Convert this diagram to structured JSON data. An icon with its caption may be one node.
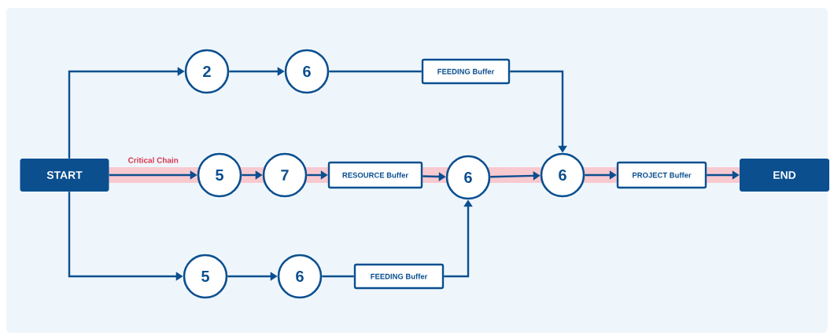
{
  "diagram": {
    "nodes": [
      {
        "text": [
          "START"
        ]
      },
      {
        "text": [
          "2"
        ]
      },
      {
        "text": [
          "6"
        ]
      },
      {
        "text": [
          "FEEDING Buffer"
        ]
      },
      {
        "text": [
          "5"
        ]
      },
      {
        "text": [
          "7"
        ]
      },
      {
        "text": [
          "RESOURCE Buffer"
        ]
      },
      {
        "text": [
          "6"
        ]
      },
      {
        "text": [
          "6"
        ]
      },
      {
        "text": [
          "PROJECT Buffer"
        ]
      },
      {
        "text": [
          "END"
        ]
      },
      {
        "text": [
          "5"
        ]
      },
      {
        "text": [
          "6"
        ]
      },
      {
        "text": [
          "FEEDING Buffer"
        ]
      }
    ],
    "edges": [
      {
        "from": 0,
        "to": 1,
        "arrow": "to"
      },
      {
        "from": 1,
        "to": 2,
        "arrow": "to"
      },
      {
        "from": 2,
        "to": 3,
        "arrow": "none"
      },
      {
        "from": 3,
        "to": 8,
        "arrow": "to"
      },
      {
        "from": 0,
        "to": 4,
        "arrow": "to",
        "label": "Critical Chain"
      },
      {
        "from": 4,
        "to": 5,
        "arrow": "to"
      },
      {
        "from": 5,
        "to": 6,
        "arrow": "to"
      },
      {
        "from": 6,
        "to": 7,
        "arrow": "to"
      },
      {
        "from": 7,
        "to": 8,
        "arrow": "to"
      },
      {
        "from": 8,
        "to": 9,
        "arrow": "to"
      },
      {
        "from": 9,
        "to": 10,
        "arrow": "to"
      },
      {
        "from": 0,
        "to": 11,
        "arrow": "to"
      },
      {
        "from": 11,
        "to": 12,
        "arrow": "to"
      },
      {
        "from": 12,
        "to": 13,
        "arrow": "none"
      },
      {
        "from": 13,
        "to": 7,
        "arrow": "to"
      }
    ]
  }
}
